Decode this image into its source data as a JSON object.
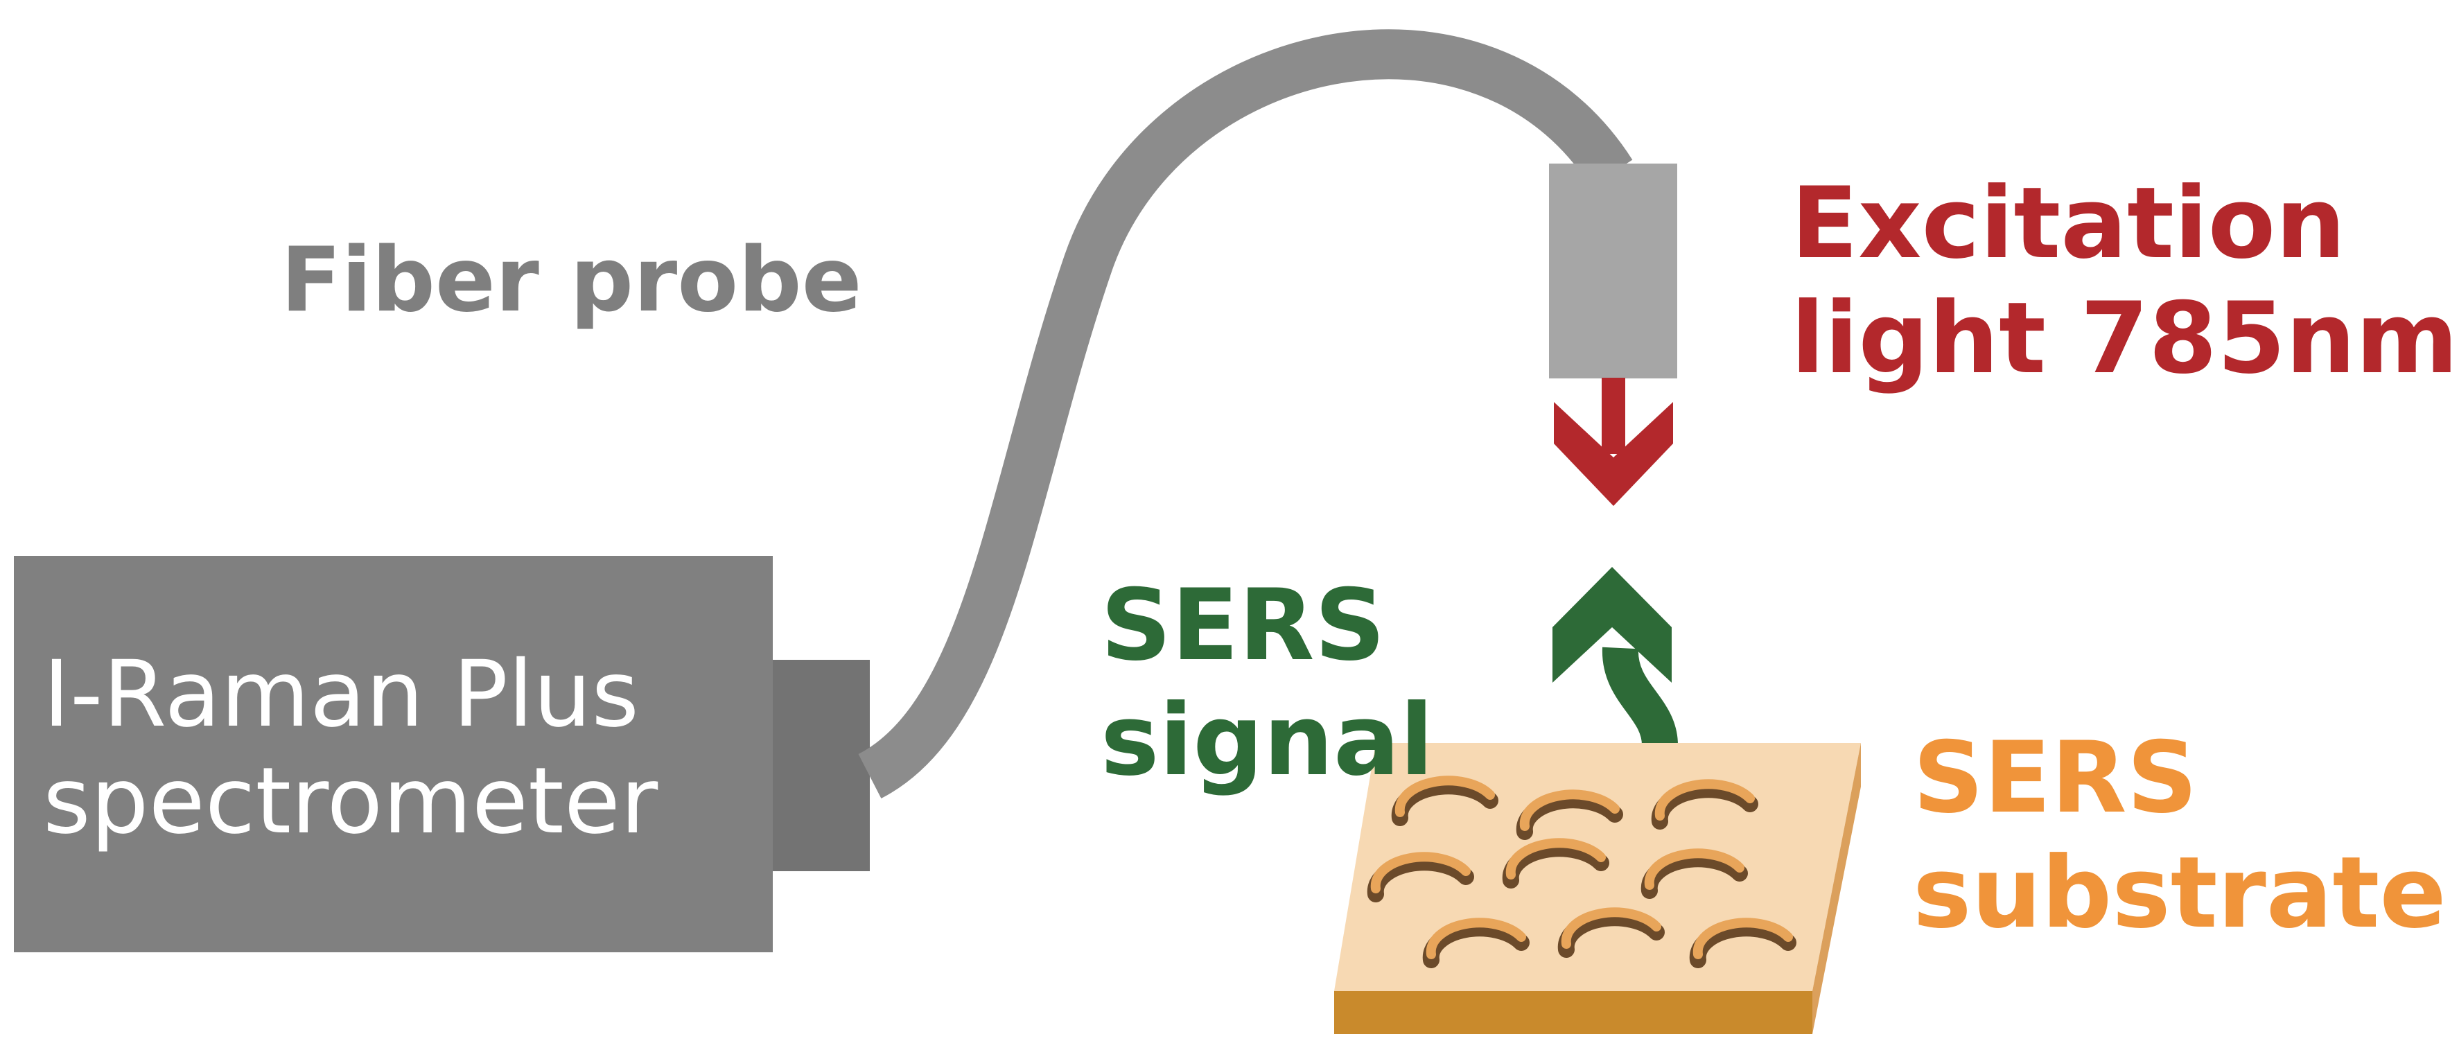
{
  "labels": {
    "fiber_probe": "Fiber probe",
    "spectrometer_line1": "I-Raman Plus",
    "spectrometer_line2": "spectrometer",
    "excitation_line1": "Excitation",
    "excitation_line2": "light 785nm",
    "sers_signal_line1": "SERS",
    "sers_signal_line2": "signal",
    "sers_substrate_line1": "SERS",
    "sers_substrate_line2": "substrate"
  },
  "colors": {
    "device_gray": "#808080",
    "port_gray": "#737373",
    "fiber_gray": "#8c8c8c",
    "probe_gray": "#a6a6a6",
    "fiber_text": "#7f7f7f",
    "excitation_red": "#b3282c",
    "signal_green": "#2d6a37",
    "substrate_orange": "#f0943a",
    "substrate_top": "#f7d9b3",
    "substrate_front": "#c98a2c",
    "crescent": "#e8a55a",
    "crescent_shadow": "#6b4a2a"
  }
}
